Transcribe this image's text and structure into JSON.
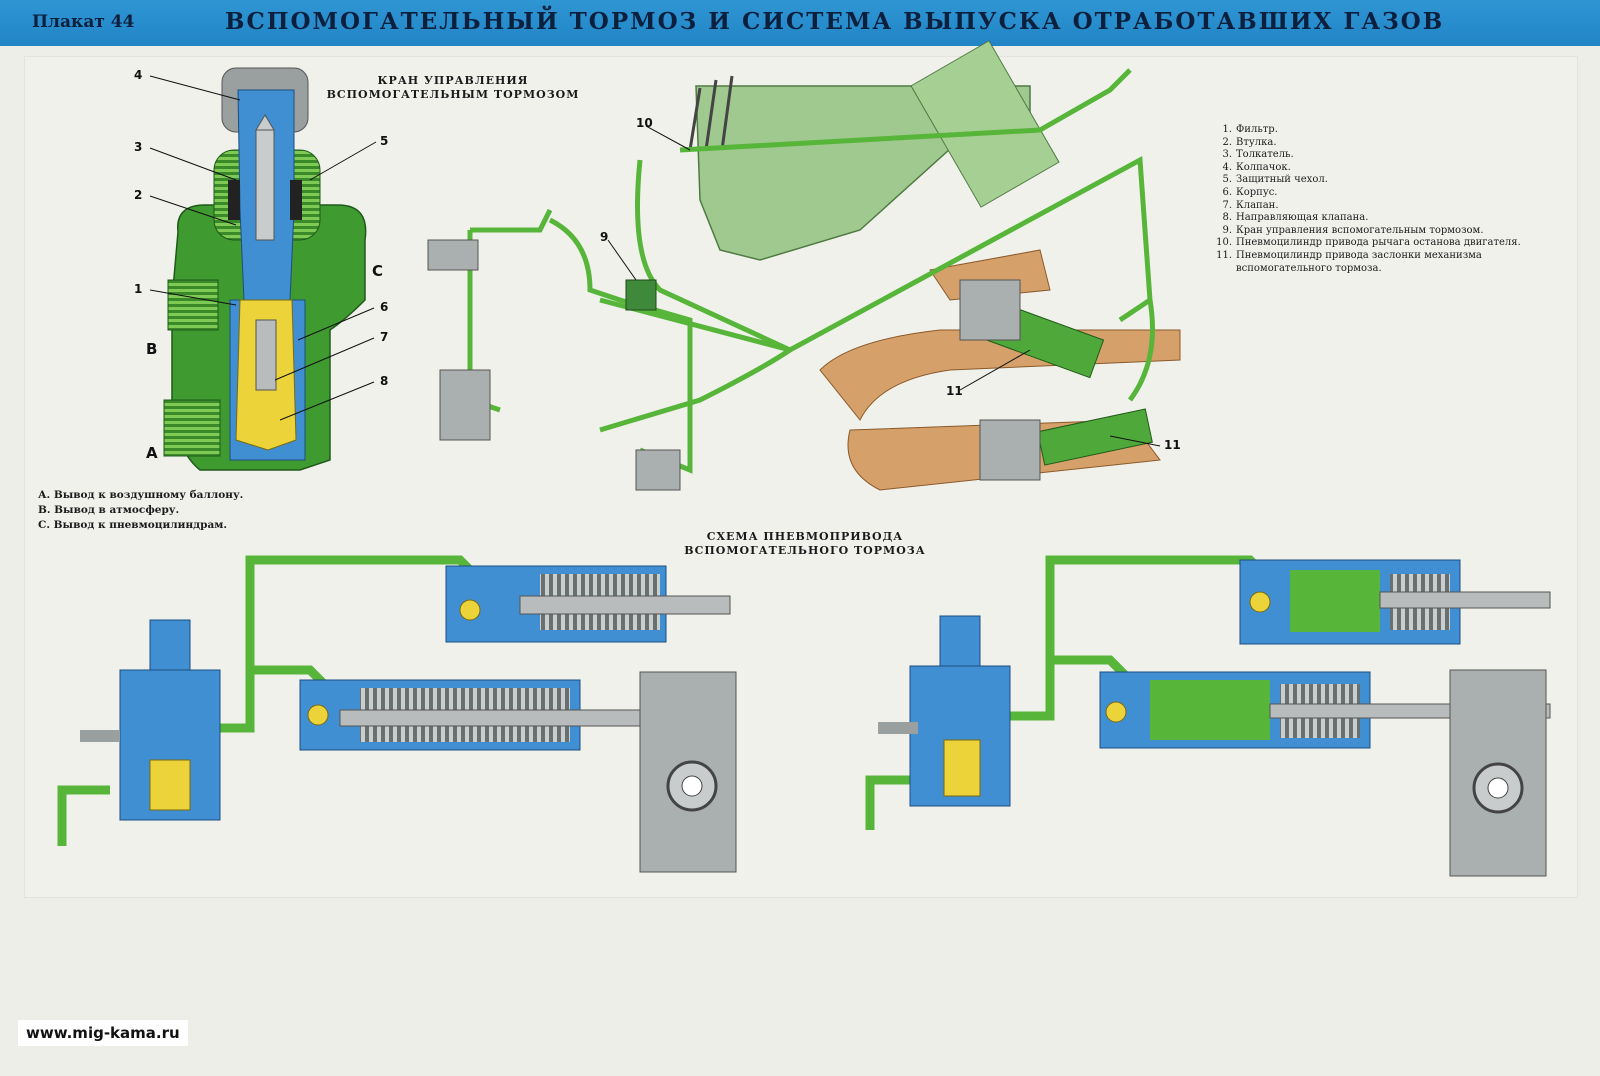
{
  "header": {
    "poster_number": "Плакат 44",
    "title": "ВСПОМОГАТЕЛЬНЫЙ ТОРМОЗ И СИСТЕМА ВЫПУСКА ОТРАБОТАВШИХ ГАЗОВ"
  },
  "valve_section": {
    "caption_line1": "КРАН УПРАВЛЕНИЯ",
    "caption_line2": "ВСПОМОГАТЕЛЬНЫМ ТОРМОЗОМ",
    "callouts": [
      "4",
      "3",
      "5",
      "2",
      "1",
      "6",
      "7",
      "8"
    ],
    "ports": [
      "А",
      "В",
      "С"
    ],
    "port_legend": [
      "А. Вывод к воздушному баллону.",
      "В. Вывод в атмосферу.",
      "С. Вывод к пневмоцилиндрам."
    ]
  },
  "assembly": {
    "callouts": [
      "10",
      "9",
      "11",
      "11"
    ]
  },
  "parts_list": [
    {
      "n": "1.",
      "text": "Фильтр."
    },
    {
      "n": "2.",
      "text": "Втулка."
    },
    {
      "n": "3.",
      "text": "Толкатель."
    },
    {
      "n": "4.",
      "text": "Колпачок."
    },
    {
      "n": "5.",
      "text": "Защитный чехол."
    },
    {
      "n": "6.",
      "text": "Корпус."
    },
    {
      "n": "7.",
      "text": "Клапан."
    },
    {
      "n": "8.",
      "text": "Направляющая клапана."
    },
    {
      "n": "9.",
      "text": "Кран управления вспомогательным тормозом."
    },
    {
      "n": "10.",
      "text": "Пневмоцилиндр привода рычага останова двигателя."
    },
    {
      "n": "11.",
      "text": "Пневмоцилиндр привода заслонки механизма вспомогательного тормоза."
    }
  ],
  "scheme": {
    "caption_line1": "СХЕМА ПНЕВМОПРИВОДА",
    "caption_line2": "ВСПОМОГАТЕЛЬНОГО ТОРМОЗА"
  },
  "footer": {
    "website": "www.mig-kama.ru"
  },
  "colors": {
    "header": "#2185c6",
    "green": "#5fb33a",
    "blue": "#3f8fd2",
    "yellow": "#ecd33a",
    "copper": "#d6a06a",
    "grey": "#9aa0a0"
  }
}
